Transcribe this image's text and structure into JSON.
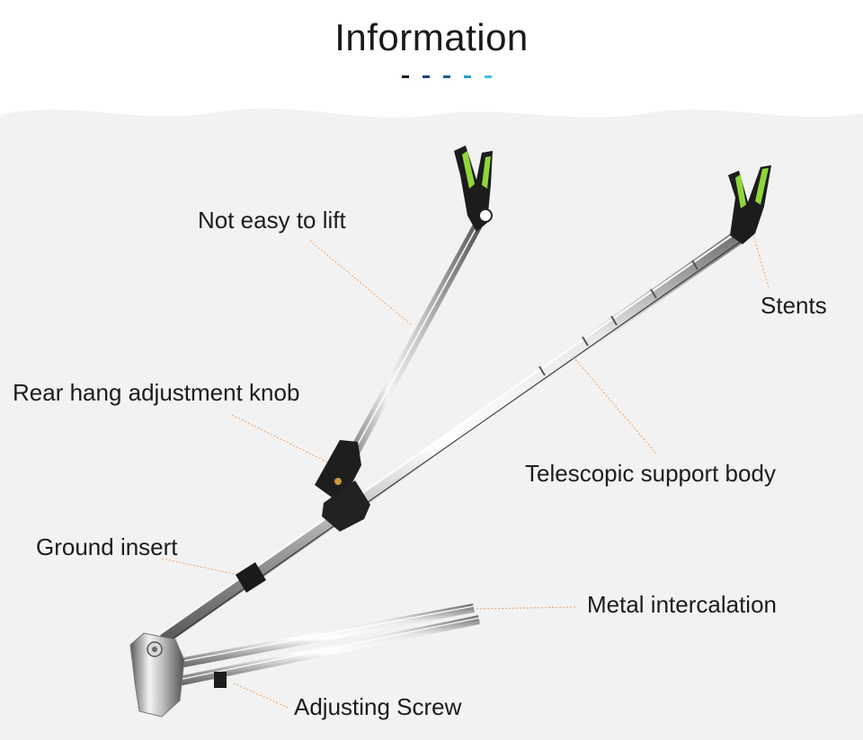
{
  "title": "Information",
  "accent_dashes": [
    "#111111",
    "#1f3f78",
    "#1e5a8c",
    "#2aa0c4",
    "#45c4d8"
  ],
  "colors": {
    "background_panel": "#f2f2f2",
    "leader_line": "#f0a060",
    "grip_green": "#8fd63a"
  },
  "labels": {
    "not_easy_to_lift": "Not easy to lift",
    "stents": "Stents",
    "rear_hang_knob": "Rear hang adjustment knob",
    "telescopic_body": "Telescopic support body",
    "ground_insert": "Ground insert",
    "metal_intercalation": "Metal intercalation",
    "adjusting_screw": "Adjusting Screw"
  }
}
